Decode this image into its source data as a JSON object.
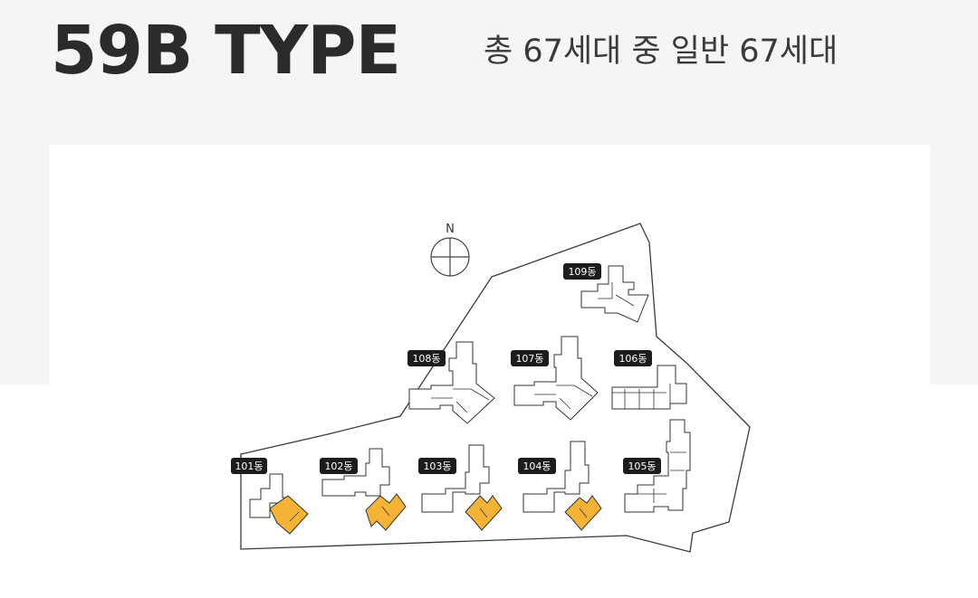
{
  "header": {
    "type_title": "59B TYPE",
    "unit_summary": "총 67세대 중 일반 67세대"
  },
  "map": {
    "north_label": "N",
    "highlight_color": "#f5b335",
    "buildings": [
      {
        "id": "101",
        "label": "101동",
        "highlighted": true
      },
      {
        "id": "102",
        "label": "102동",
        "highlighted": true
      },
      {
        "id": "103",
        "label": "103동",
        "highlighted": true
      },
      {
        "id": "104",
        "label": "104동",
        "highlighted": true
      },
      {
        "id": "105",
        "label": "105동",
        "highlighted": false
      },
      {
        "id": "106",
        "label": "106동",
        "highlighted": false
      },
      {
        "id": "107",
        "label": "107동",
        "highlighted": false
      },
      {
        "id": "108",
        "label": "108동",
        "highlighted": false
      },
      {
        "id": "109",
        "label": "109동",
        "highlighted": false
      }
    ]
  }
}
